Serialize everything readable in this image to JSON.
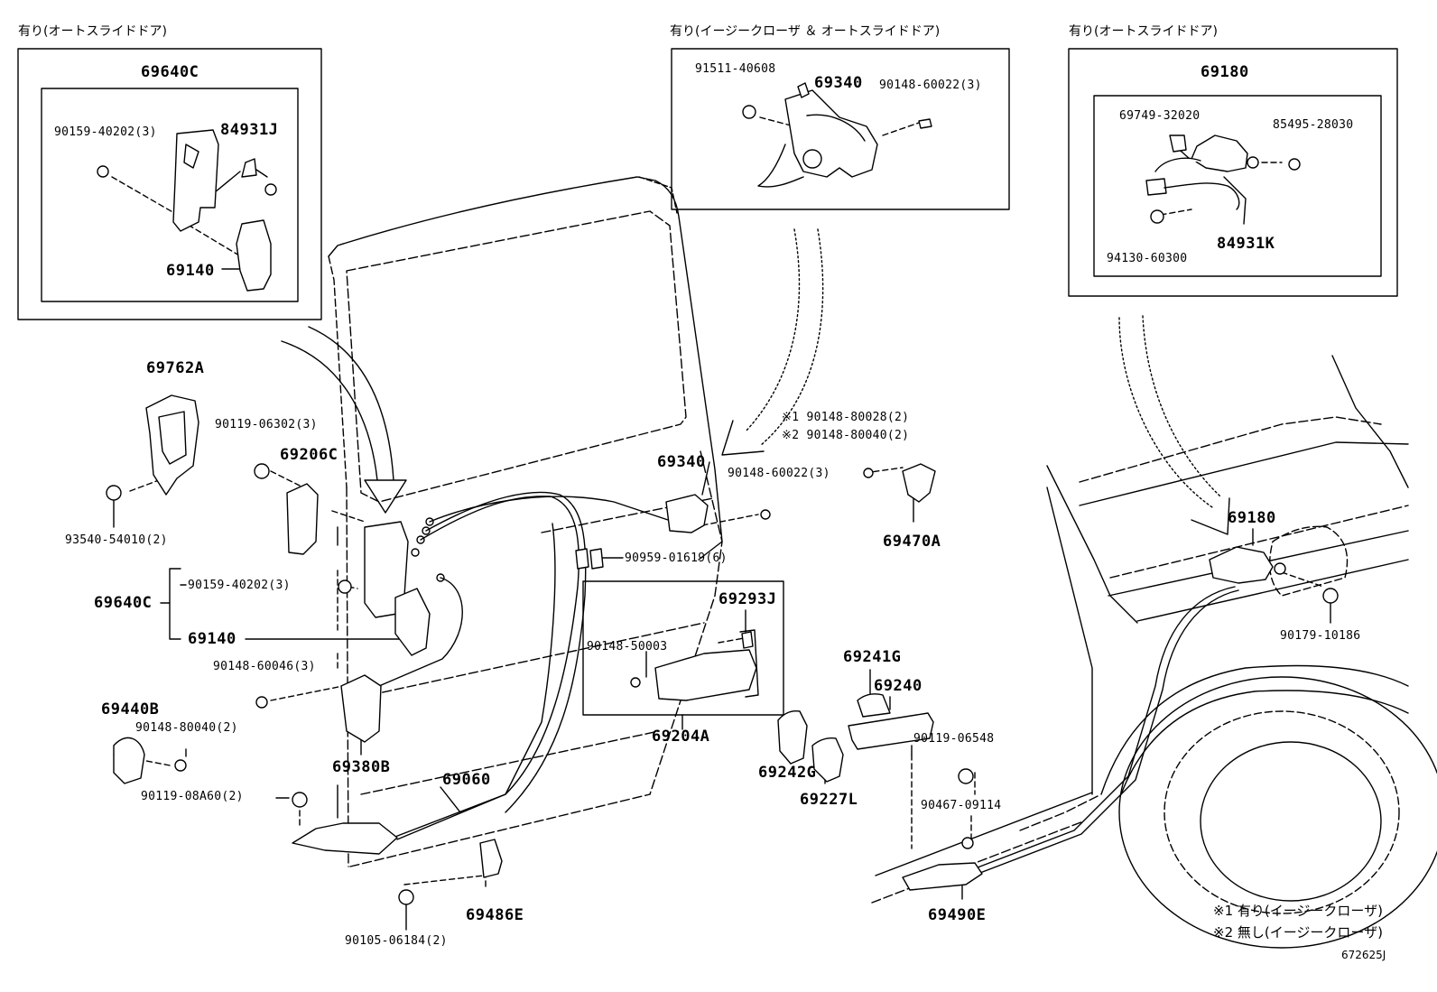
{
  "headers": {
    "left": "有り(オートスライドドア)",
    "center": "有り(イージークローザ ＆ オートスライドドア)",
    "right": "有り(オートスライドドア)"
  },
  "notes": {
    "note1": "※1 有り(イージークローザ)",
    "note2": "※2 無し(イージークローザ)"
  },
  "figure_id": "672625J",
  "parts": {
    "p69640C_box": "69640C",
    "p90159_40202_box": "90159-40202(3)",
    "p84931J": "84931J",
    "p69140_box": "69140",
    "p91511_40608": "91511-40608",
    "p69340_box": "69340",
    "p90148_60022_box": "90148-60022(3)",
    "p69180_box": "69180",
    "p69749_32020": "69749-32020",
    "p85495_28030": "85495-28030",
    "p84931K": "84931K",
    "p94130_60300": "94130-60300",
    "p69762A": "69762A",
    "p90119_06302": "90119-06302(3)",
    "p69206C": "69206C",
    "p93540_54010": "93540-54010(2)",
    "p90159_40202": "90159-40202(3)",
    "p69640C": "69640C",
    "p69140": "69140",
    "p90148_60046": "90148-60046(3)",
    "p69440B": "69440B",
    "p90148_80040_left": "90148-80040(2)",
    "p90119_08A60": "90119-08A60(2)",
    "p69380B": "69380B",
    "p69060": "69060",
    "p69486E": "69486E",
    "p90105_06184": "90105-06184(2)",
    "p69340": "69340",
    "p90148_60022": "90148-60022(3)",
    "p90148_80028": "※1 90148-80028(2)",
    "p90148_80040": "※2 90148-80040(2)",
    "p69470A": "69470A",
    "p90959_01619": "90959-01619(6)",
    "p69293J": "69293J",
    "p90148_50003": "90148-50003",
    "p69204A": "69204A",
    "p69241G": "69241G",
    "p69240": "69240",
    "p90119_06548": "90119-06548",
    "p69242G": "69242G",
    "p69227L": "69227L",
    "p90467_09114": "90467-09114",
    "p69490E": "69490E",
    "p69180": "69180",
    "p90179_10186": "90179-10186"
  }
}
